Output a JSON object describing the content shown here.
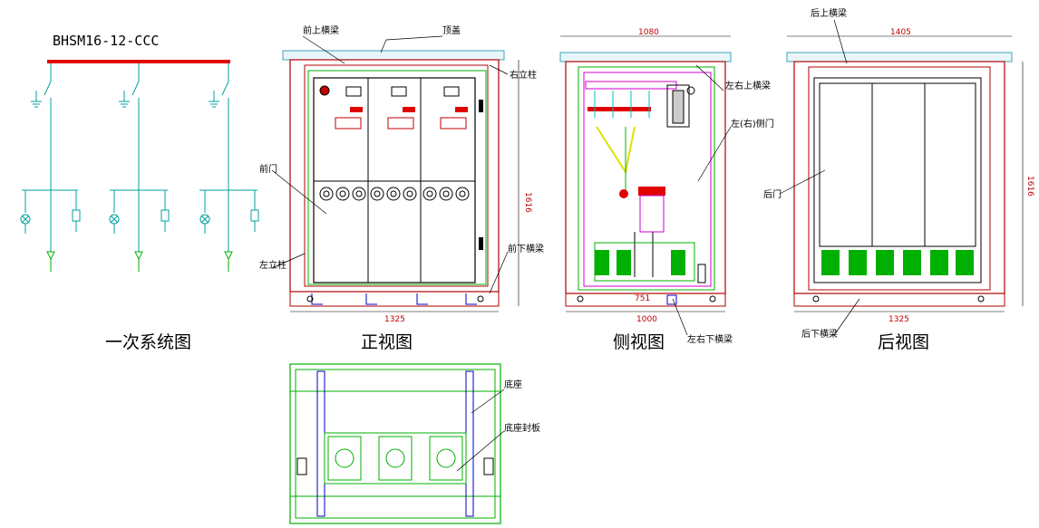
{
  "model": "BHSM16-12-CCC",
  "captions": {
    "single_line": "一次系统图",
    "front": "正视图",
    "side": "侧视图",
    "rear": "后视图"
  },
  "front_view": {
    "width_dim": "1325",
    "height_dim": "1616",
    "labels": {
      "front_top_beam": "前上横梁",
      "top_cover": "顶盖",
      "right_post": "右立柱",
      "front_door": "前门",
      "left_post": "左立柱",
      "front_bottom_beam": "前下横梁"
    }
  },
  "side_view": {
    "top_dim": "1080",
    "bottom_dim": "1000",
    "inner_dim": "751",
    "labels": {
      "lr_top_beam": "左右上横梁",
      "lr_side_door": "左(右)侧门",
      "lr_bottom_beam": "左右下横梁"
    }
  },
  "rear_view": {
    "top_dim": "1405",
    "bottom_dim": "1325",
    "height_dim": "1616",
    "labels": {
      "rear_top_beam": "后上横梁",
      "rear_door": "后门",
      "rear_bottom_beam": "后下横梁"
    }
  },
  "base_view": {
    "labels": {
      "base": "底座",
      "base_plate": "底座封板"
    }
  },
  "colors": {
    "frame": "#b00000",
    "busbar": "#e00000",
    "panel_green": "#00b000",
    "cyan": "#00c0c0",
    "magenta": "#d000d0",
    "blue_beam": "#0000c0"
  }
}
